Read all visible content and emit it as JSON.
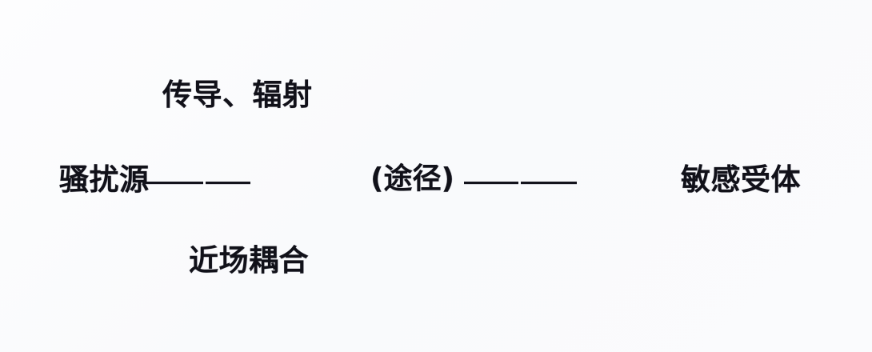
{
  "diagram": {
    "type": "emc-interference-three-element-model",
    "background_color": "#fbfcfd",
    "text_color": "#111119",
    "line_color": "#13131c",
    "nodes": {
      "source": "骚扰源",
      "path": "(途径)",
      "victim": "敏感受体"
    },
    "annotations": {
      "above_path": "传导、辐射",
      "below_path": "近场耦合"
    }
  }
}
